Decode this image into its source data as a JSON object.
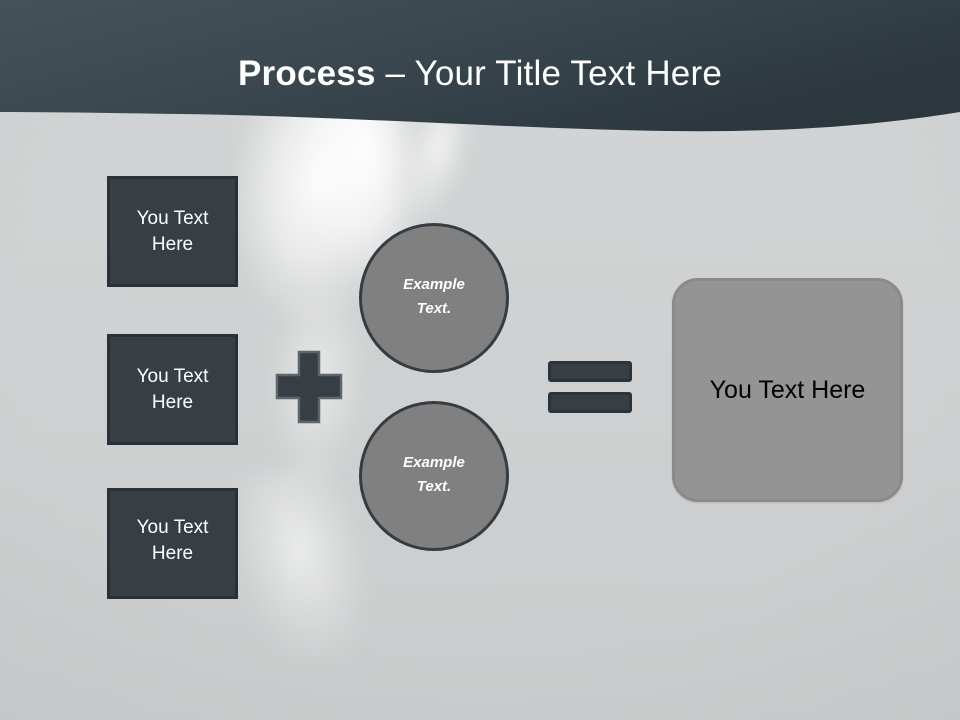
{
  "slide": {
    "title": {
      "strong": "Process",
      "rest": " – Your Title Text Here"
    },
    "colors": {
      "header_gradient_start": "#46525a",
      "header_gradient_end": "#2b373d",
      "background": "#cfd1d2",
      "dark_box_fill": "#373f45",
      "dark_box_border": "#2a3136",
      "circle_fill": "#808080",
      "circle_border": "#353c42",
      "panel_fill": "#949494",
      "panel_border": "#8a8a8a",
      "title_text": "#ffffff",
      "panel_text": "#000000"
    },
    "left_boxes": [
      {
        "line1": "You Text",
        "line2": "Here"
      },
      {
        "line1": "You Text",
        "line2": "Here"
      },
      {
        "line1": "You Text",
        "line2": "Here"
      }
    ],
    "circles": [
      {
        "line1": "Example",
        "line2": "Text."
      },
      {
        "line1": "Example",
        "line2": "Text."
      }
    ],
    "operators": {
      "plus": "plus-sign",
      "equals": "equals-sign"
    },
    "result_panel": {
      "label": "You Text Here"
    }
  }
}
